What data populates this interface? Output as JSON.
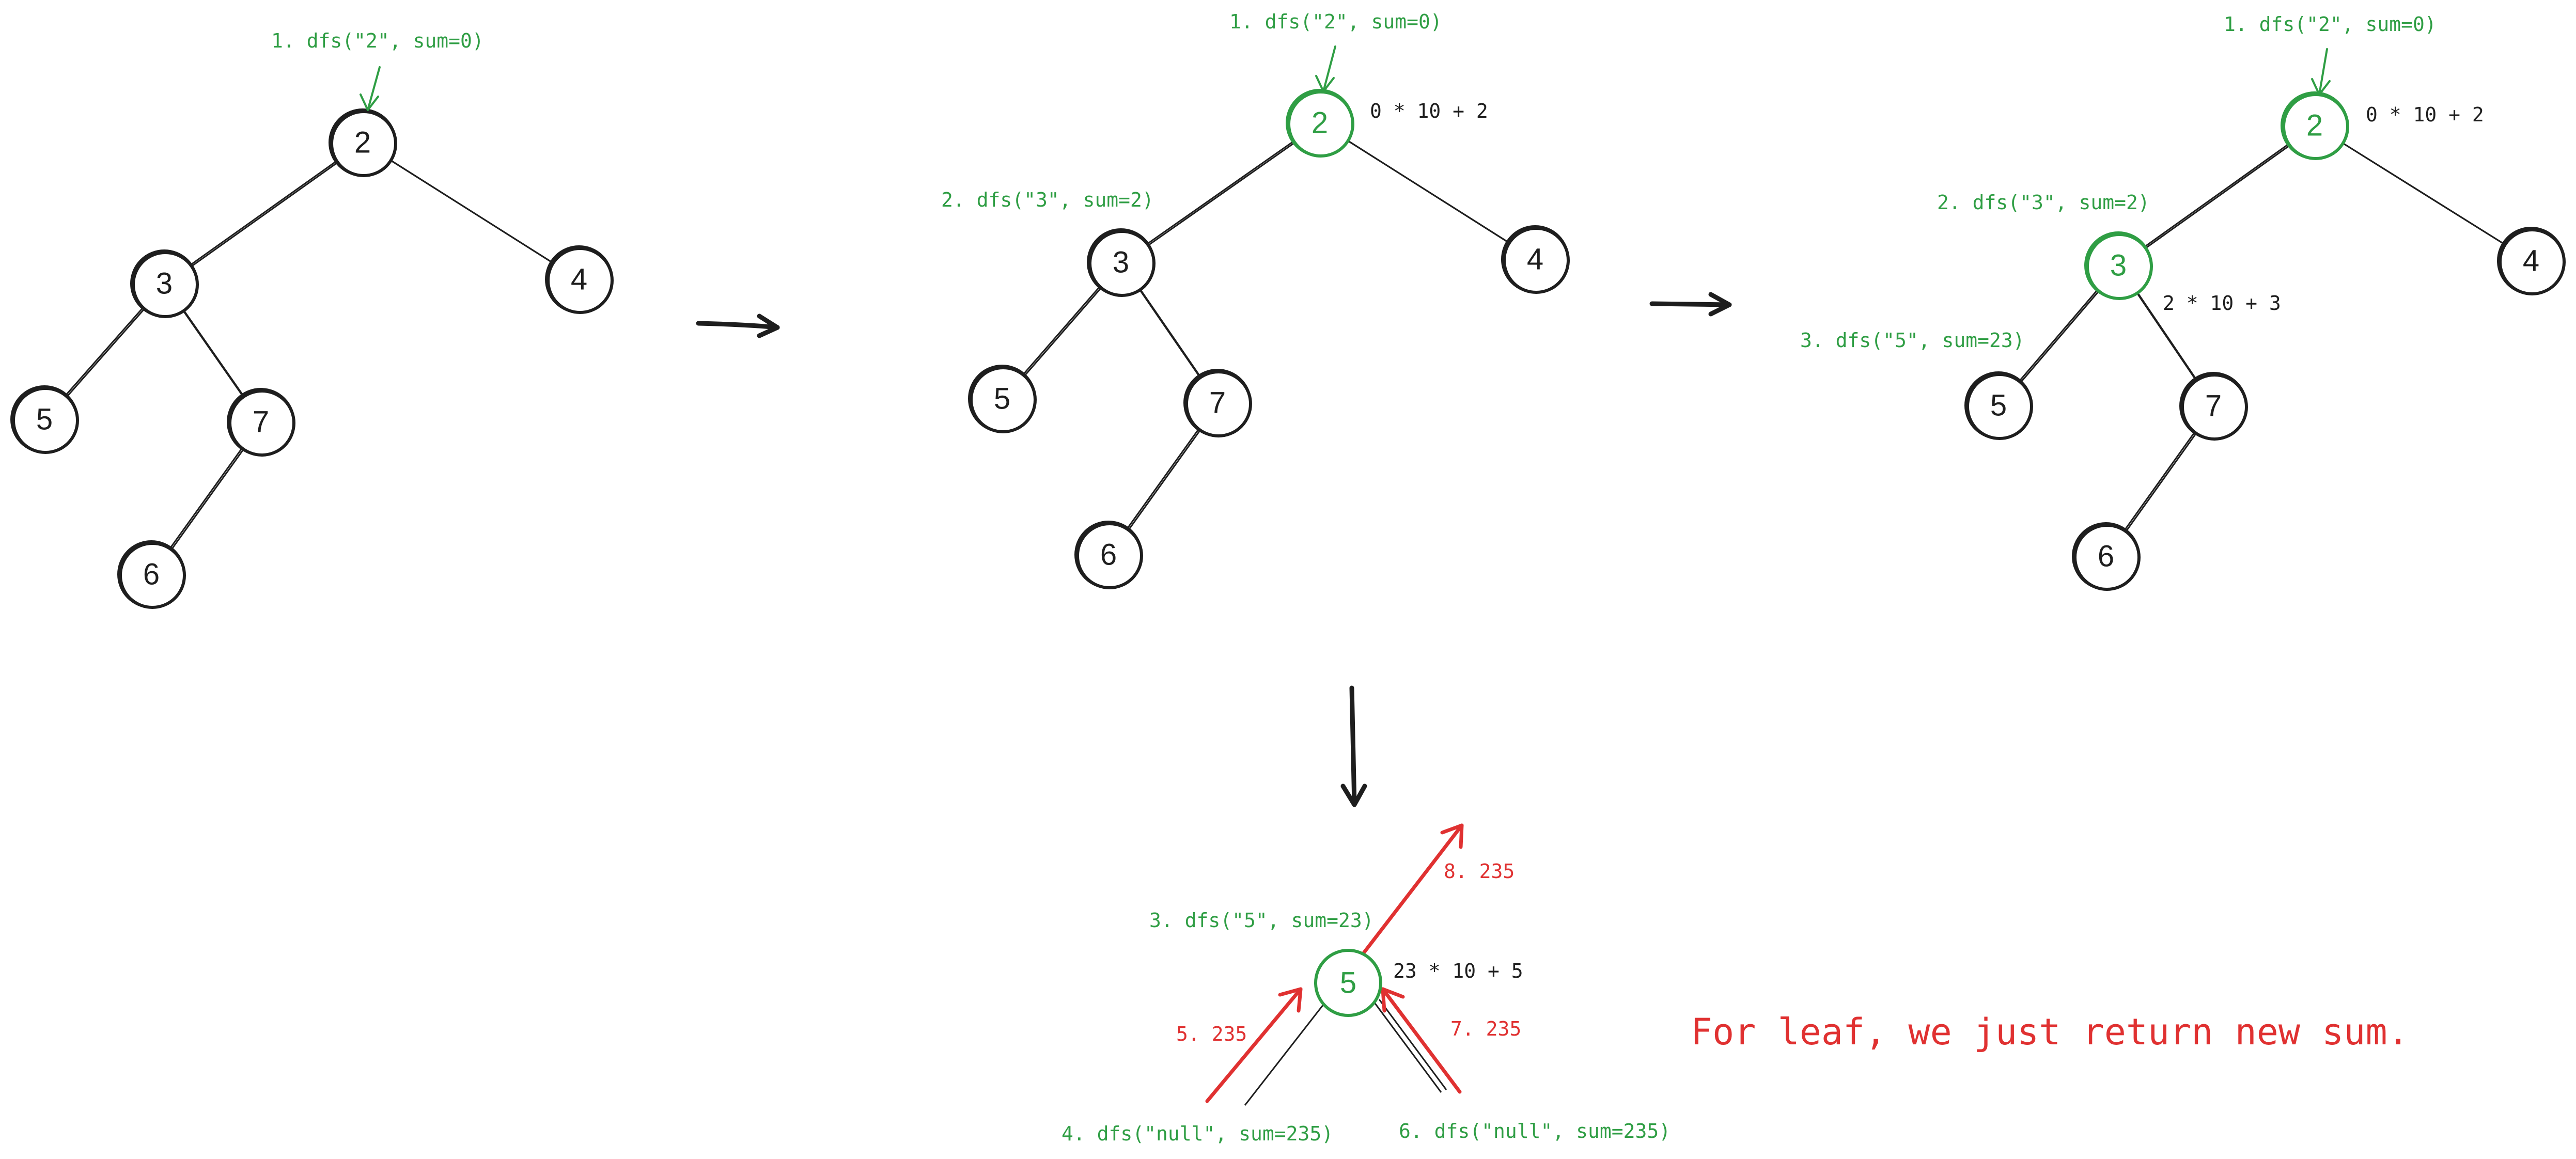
{
  "panels": [
    {
      "id": "panel-1",
      "nodes": [
        {
          "id": "n2",
          "value": "2",
          "highlighted": false
        },
        {
          "id": "n3",
          "value": "3",
          "highlighted": false
        },
        {
          "id": "n4",
          "value": "4",
          "highlighted": false
        },
        {
          "id": "n5",
          "value": "5",
          "highlighted": false
        },
        {
          "id": "n7",
          "value": "7",
          "highlighted": false
        },
        {
          "id": "n6",
          "value": "6",
          "highlighted": false
        }
      ],
      "edges": [
        [
          "n2",
          "n3"
        ],
        [
          "n2",
          "n4"
        ],
        [
          "n3",
          "n5"
        ],
        [
          "n3",
          "n7"
        ],
        [
          "n7",
          "n6"
        ]
      ],
      "call_labels": [
        {
          "node": "n2",
          "text": "1. dfs(\"2\", sum=0)"
        }
      ],
      "calc_labels": []
    },
    {
      "id": "panel-2",
      "nodes": [
        {
          "id": "n2",
          "value": "2",
          "highlighted": true
        },
        {
          "id": "n3",
          "value": "3",
          "highlighted": false
        },
        {
          "id": "n4",
          "value": "4",
          "highlighted": false
        },
        {
          "id": "n5",
          "value": "5",
          "highlighted": false
        },
        {
          "id": "n7",
          "value": "7",
          "highlighted": false
        },
        {
          "id": "n6",
          "value": "6",
          "highlighted": false
        }
      ],
      "edges": [
        [
          "n2",
          "n3"
        ],
        [
          "n2",
          "n4"
        ],
        [
          "n3",
          "n5"
        ],
        [
          "n3",
          "n7"
        ],
        [
          "n7",
          "n6"
        ]
      ],
      "call_labels": [
        {
          "node": "n2",
          "text": "1. dfs(\"2\", sum=0)"
        },
        {
          "node": "n3",
          "text": "2. dfs(\"3\", sum=2)"
        }
      ],
      "calc_labels": [
        {
          "node": "n2",
          "text": "0 * 10 + 2"
        }
      ]
    },
    {
      "id": "panel-3",
      "nodes": [
        {
          "id": "n2",
          "value": "2",
          "highlighted": true
        },
        {
          "id": "n3",
          "value": "3",
          "highlighted": true
        },
        {
          "id": "n4",
          "value": "4",
          "highlighted": false
        },
        {
          "id": "n5",
          "value": "5",
          "highlighted": false
        },
        {
          "id": "n7",
          "value": "7",
          "highlighted": false
        },
        {
          "id": "n6",
          "value": "6",
          "highlighted": false
        }
      ],
      "edges": [
        [
          "n2",
          "n3"
        ],
        [
          "n2",
          "n4"
        ],
        [
          "n3",
          "n5"
        ],
        [
          "n3",
          "n7"
        ],
        [
          "n7",
          "n6"
        ]
      ],
      "call_labels": [
        {
          "node": "n2",
          "text": "1. dfs(\"2\", sum=0)"
        },
        {
          "node": "n3",
          "text": "2. dfs(\"3\", sum=2)"
        },
        {
          "node": "n5",
          "text": "3. dfs(\"5\", sum=23)"
        }
      ],
      "calc_labels": [
        {
          "node": "n2",
          "text": "0 * 10 + 2"
        },
        {
          "node": "n3",
          "text": "2 * 10 + 3"
        }
      ]
    },
    {
      "id": "panel-4",
      "nodes": [
        {
          "id": "n5",
          "value": "5",
          "highlighted": true
        }
      ],
      "call_labels": [
        {
          "id": "call-3",
          "text": "3. dfs(\"5\", sum=23)"
        },
        {
          "id": "call-4",
          "text": "4. dfs(\"null\", sum=235)"
        },
        {
          "id": "call-6",
          "text": "6. dfs(\"null\", sum=235)"
        }
      ],
      "calc_labels": [
        {
          "node": "n5",
          "text": "23 * 10 + 5"
        }
      ],
      "return_labels": [
        {
          "id": "ret-5",
          "text": "5. 235"
        },
        {
          "id": "ret-7",
          "text": "7. 235"
        },
        {
          "id": "ret-8",
          "text": "8. 235"
        }
      ]
    }
  ],
  "note": "For leaf, we just return new sum.",
  "colors": {
    "highlight": "#2f9e44",
    "return": "#e03131",
    "stroke": "#1e1e1e"
  }
}
